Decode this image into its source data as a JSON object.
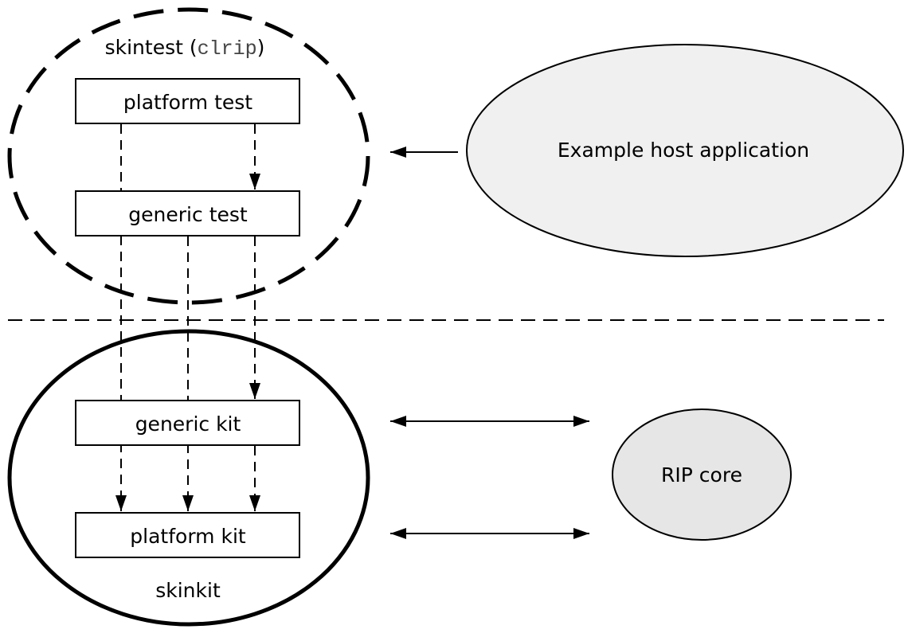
{
  "diagram": {
    "skintest": {
      "name": "skintest",
      "open_paren": " (",
      "code": "clrip",
      "close_paren": ")"
    },
    "skinkit_label": "skinkit",
    "boxes": {
      "platform_test": "platform test",
      "generic_test": "generic test",
      "generic_kit": "generic kit",
      "platform_kit": "platform kit"
    },
    "host_app": "Example host application",
    "rip_core": "RIP core",
    "colors": {
      "line": "#000000",
      "ellipse_fill": "#f0f0f0",
      "rip_fill": "#e6e6e6",
      "box_fill": "#ffffff",
      "background": "#ffffff"
    }
  }
}
